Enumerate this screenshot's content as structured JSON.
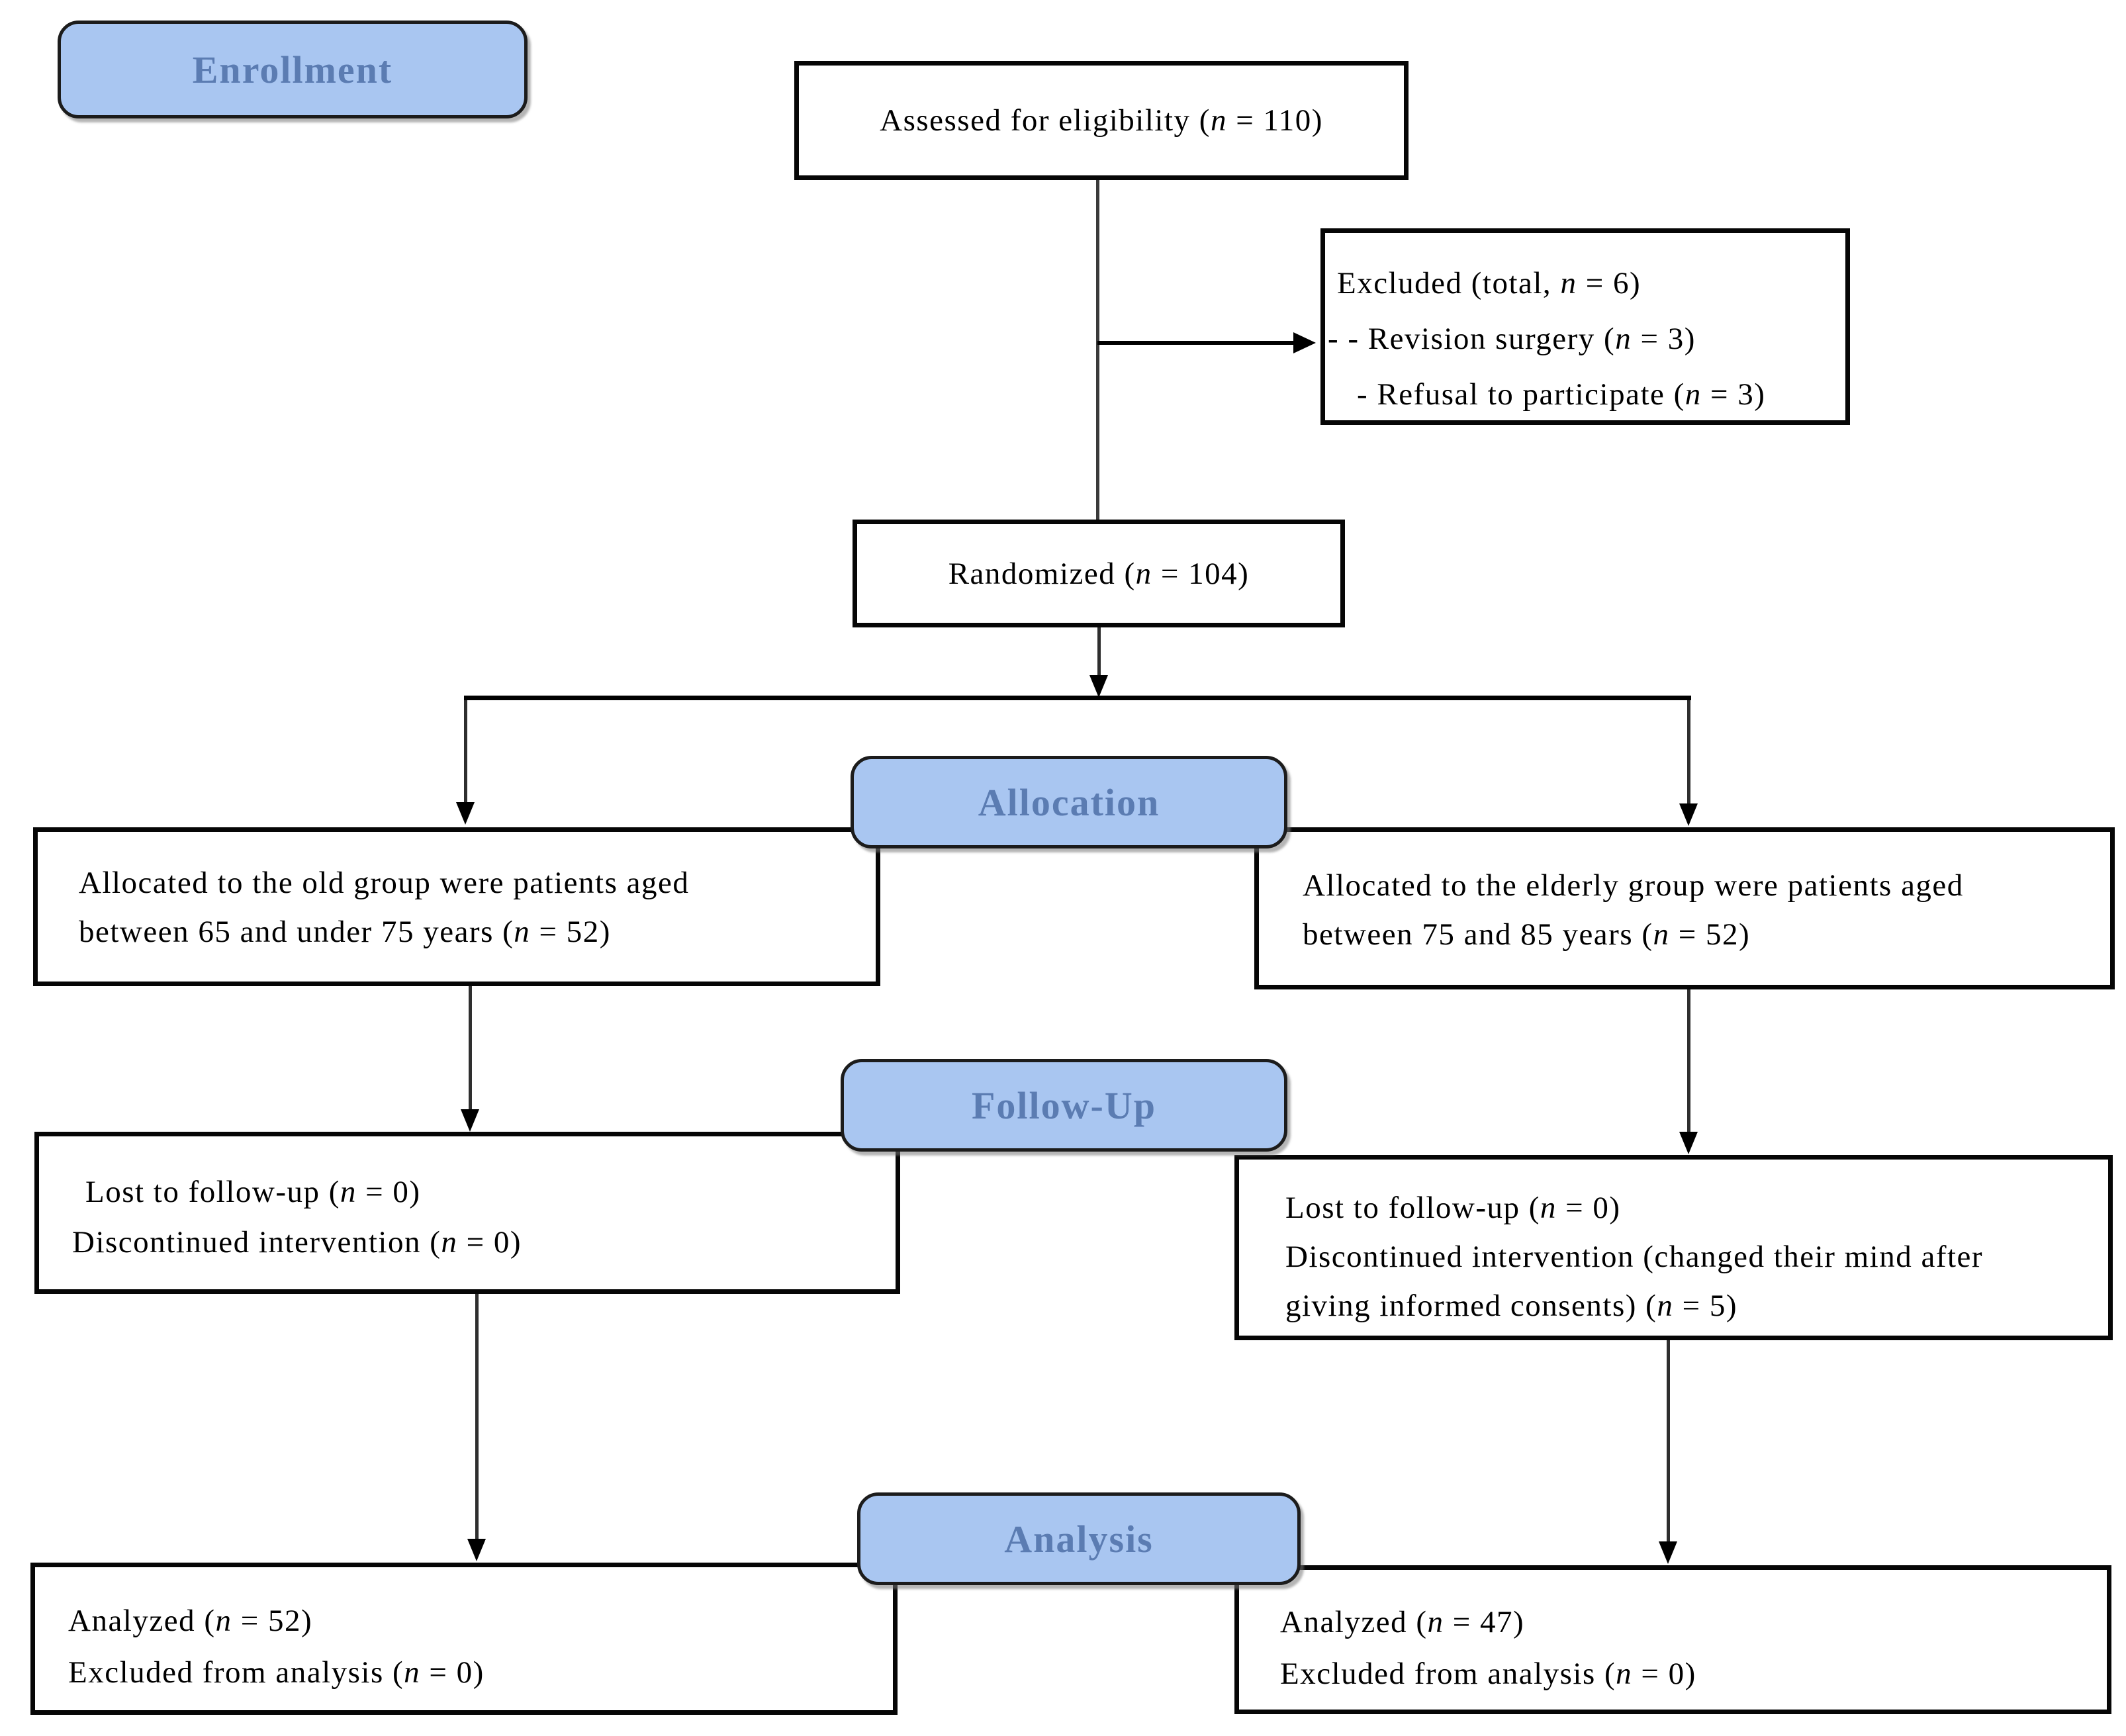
{
  "stages": {
    "enrollment": "Enrollment",
    "allocation": "Allocation",
    "follow_up": "Follow-Up",
    "analysis": "Analysis"
  },
  "boxes": {
    "assessed": {
      "lines": [
        "Assessed for eligibility (n = 110)"
      ]
    },
    "excluded": {
      "lines": [
        "Excluded (total, n = 6)",
        "- - Revision surgery (n = 3)",
        "- Refusal to participate (n = 3)"
      ]
    },
    "randomized": {
      "lines": [
        "Randomized (n = 104)"
      ]
    },
    "allocated_old": {
      "lines": [
        "Allocated to the old group were patients aged",
        "between 65 and under 75 years (n = 52)"
      ]
    },
    "allocated_elderly": {
      "lines": [
        "Allocated to the elderly group were patients aged",
        "between 75 and 85 years (n = 52)"
      ]
    },
    "followup_old": {
      "lines": [
        "Lost to follow-up (n = 0)",
        "Discontinued intervention (n = 0)"
      ]
    },
    "followup_elderly": {
      "lines": [
        "Lost to follow-up (n = 0)",
        "Discontinued intervention (changed their mind after",
        "giving informed consents) (n = 5)"
      ]
    },
    "analysis_old": {
      "lines": [
        "Analyzed (n = 52)",
        "Excluded from analysis (n = 0)"
      ]
    },
    "analysis_elderly": {
      "lines": [
        "Analyzed (n = 47)",
        "Excluded from analysis (n = 0)"
      ]
    }
  },
  "colors": {
    "badge_fill": "#a9c6f1",
    "badge_text": "#5b7cb2",
    "box_background": "#ffffff",
    "box_border": "#000000",
    "connector": "#2e2e2e"
  }
}
